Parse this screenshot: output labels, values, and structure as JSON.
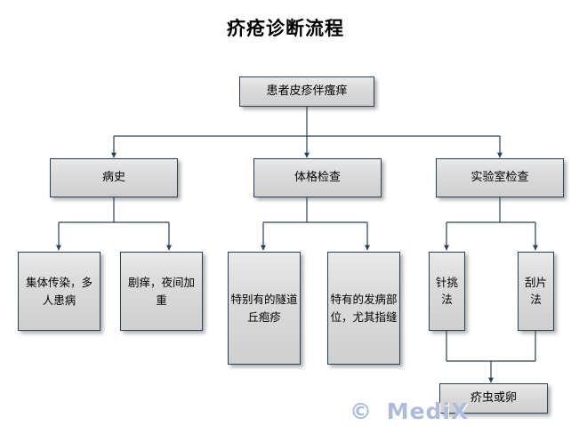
{
  "title": "疥疮诊断流程",
  "watermark": {
    "symbol": "©",
    "brand": "MediX"
  },
  "colors": {
    "background": "#ffffff",
    "node_border": "#2b4058",
    "node_fill_top": "#e9e9e9",
    "node_fill_bottom": "#cfcfcf",
    "connector": "#2b4058",
    "title_text": "#000000",
    "watermark": "#aebcdc"
  },
  "nodes": {
    "root": {
      "label": "患者皮疹伴瘙痒"
    },
    "branch_history": {
      "label": "病史"
    },
    "branch_physical": {
      "label": "体格检查"
    },
    "branch_lab": {
      "label": "实验室检查"
    },
    "leaf_group_infection": {
      "label": "集体传染，多人患病"
    },
    "leaf_severe_itch": {
      "label": "剧痒，夜间加重"
    },
    "leaf_burrow_papule": {
      "label": "特别有的隧道丘疱疹"
    },
    "leaf_site": {
      "label": "特有的发病部位，尤其指缝"
    },
    "leaf_needle": {
      "label": "针挑法"
    },
    "leaf_scrape": {
      "label": "刮片法"
    },
    "result_mite_egg": {
      "label": "疥虫或卵"
    }
  },
  "chart_data": {
    "type": "diagram",
    "title": "疥疮诊断流程",
    "layout": "top-down tree",
    "levels": [
      {
        "level": 0,
        "nodes": [
          "患者皮疹伴瘙痒"
        ]
      },
      {
        "level": 1,
        "nodes": [
          "病史",
          "体格检查",
          "实验室检查"
        ]
      },
      {
        "level": 2,
        "nodes": [
          "集体传染，多人患病",
          "剧痒，夜间加重",
          "特别有的隧道丘疱疹",
          "特有的发病部位，尤其指缝",
          "针挑法",
          "刮片法"
        ]
      },
      {
        "level": 3,
        "nodes": [
          "疥虫或卵"
        ]
      }
    ],
    "edges": [
      {
        "from": "患者皮疹伴瘙痒",
        "to": "病史"
      },
      {
        "from": "患者皮疹伴瘙痒",
        "to": "体格检查"
      },
      {
        "from": "患者皮疹伴瘙痒",
        "to": "实验室检查"
      },
      {
        "from": "病史",
        "to": "集体传染，多人患病"
      },
      {
        "from": "病史",
        "to": "剧痒，夜间加重"
      },
      {
        "from": "体格检查",
        "to": "特别有的隧道丘疱疹"
      },
      {
        "from": "体格检查",
        "to": "特有的发病部位，尤其指缝"
      },
      {
        "from": "实验室检查",
        "to": "针挑法"
      },
      {
        "from": "实验室检查",
        "to": "刮片法"
      },
      {
        "from": "针挑法",
        "to": "疥虫或卵"
      },
      {
        "from": "刮片法",
        "to": "疥虫或卵"
      }
    ]
  }
}
